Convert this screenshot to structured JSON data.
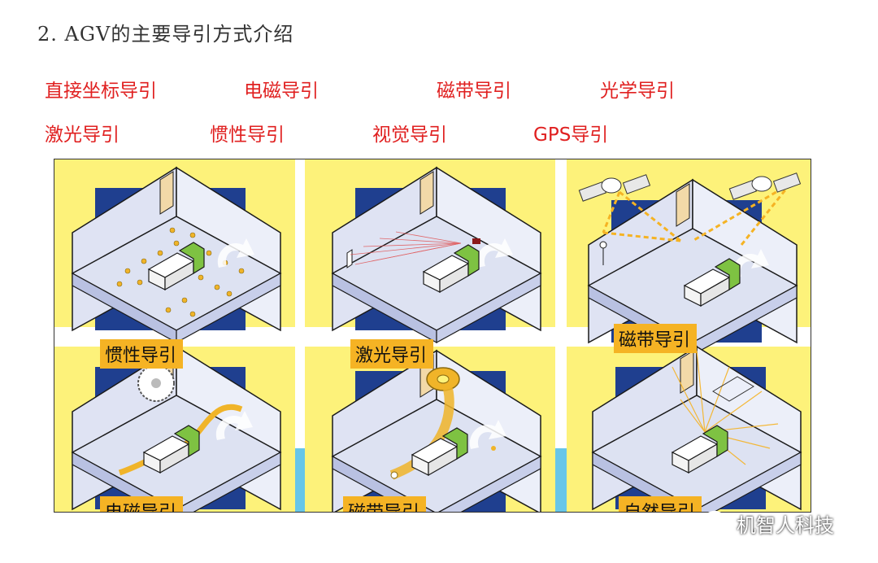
{
  "heading": "2. AGV的主要导引方式介绍",
  "methods": [
    "直接坐标导引",
    "电磁导引",
    "磁带导引",
    "光学导引",
    "激光导引",
    "惯性导引",
    "视觉导引",
    "GPS导引"
  ],
  "panel_labels": [
    "惯性导引",
    "激光导引",
    "磁带导引",
    "电磁导引",
    "磁带导引",
    "自然导引"
  ],
  "watermark": {
    "text": "机智人科技",
    "icon": "wechat-icon"
  },
  "colors": {
    "method_text": "#e02020",
    "label_bg": "#f5b324",
    "panel_yellow": "#fdf27a",
    "room_blue": "#1f3f8f",
    "agv_green": "#7ec242"
  }
}
